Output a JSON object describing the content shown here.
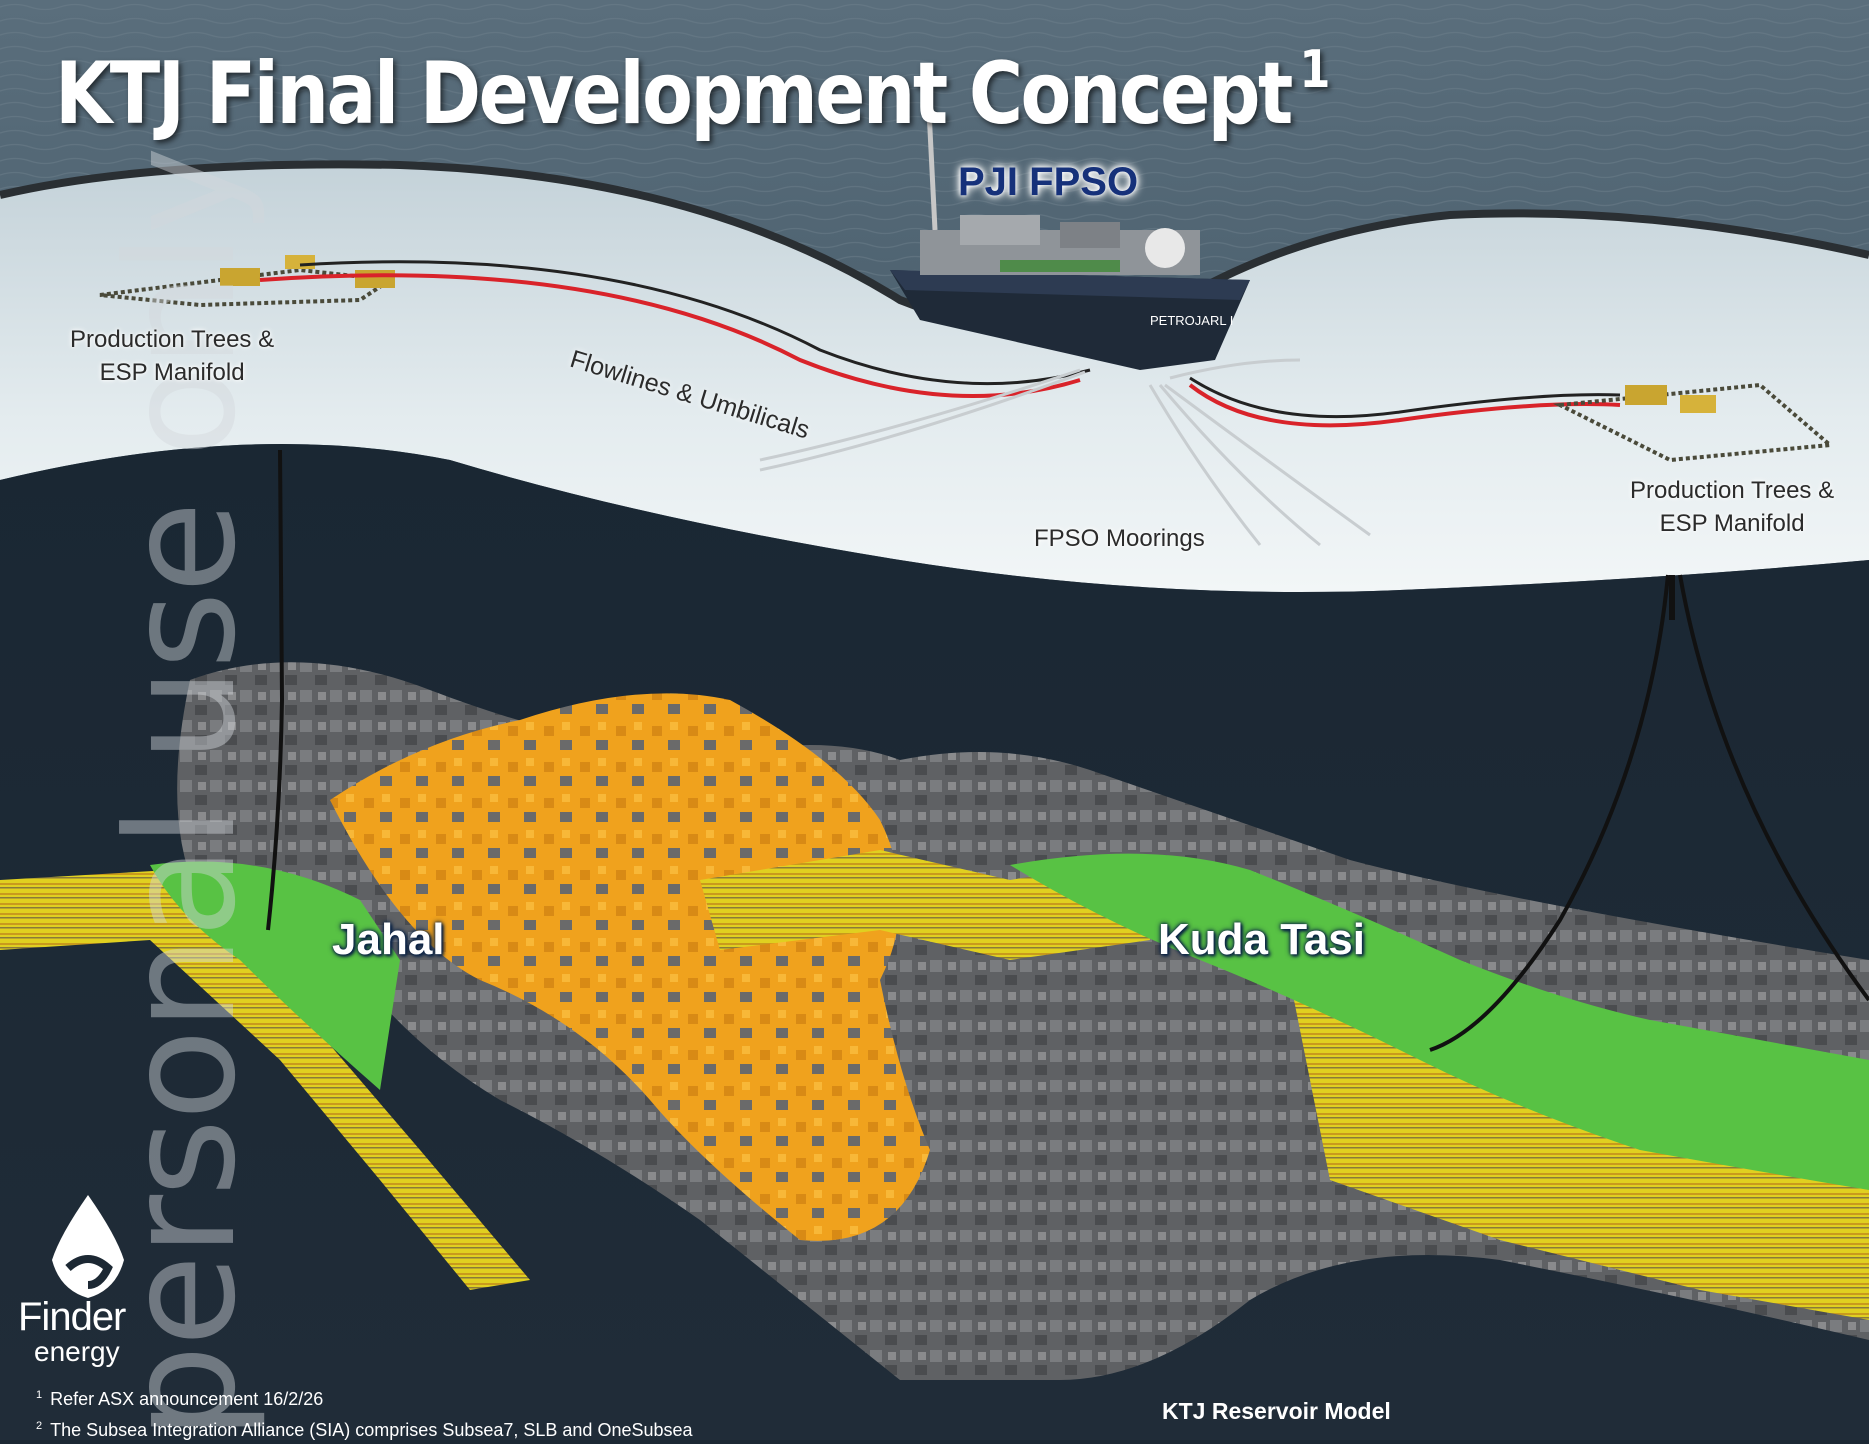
{
  "title": {
    "text": "KTJ Final Development Concept",
    "superscript": "1"
  },
  "fpso": {
    "label": "PJI FPSO",
    "ship_name": "PETROJARL I"
  },
  "labels": {
    "left_manifold_line1": "Production Trees &",
    "left_manifold_line2": "ESP Manifold",
    "right_manifold_line1": "Production Trees &",
    "right_manifold_line2": "ESP Manifold",
    "flowlines": "Flowlines & Umbilicals",
    "moorings": "FPSO Moorings"
  },
  "fields": {
    "jahal": "Jahal",
    "kuda_tasi": "Kuda Tasi"
  },
  "watermark": "personal use only",
  "logo": {
    "word1": "Finder",
    "word2": "energy"
  },
  "footnotes": [
    {
      "num": "1",
      "text": "Refer ASX announcement 16/2/26"
    },
    {
      "num": "2",
      "text": "The Subsea Integration Alliance (SIA) comprises Subsea7, SLB and OneSubsea"
    }
  ],
  "model_label": "KTJ Reservoir Model",
  "colors": {
    "sea_surface": "#4b5f6d",
    "seabed": "#dde6ea",
    "deep_water": "#16222d",
    "reservoir_gray": "#6c6c6c",
    "reservoir_orange": "#f2a61c",
    "reservoir_yellow": "#e2d325",
    "reservoir_green": "#58c244",
    "flowline_red": "#d9232a",
    "fpso_label": "#16317a"
  }
}
